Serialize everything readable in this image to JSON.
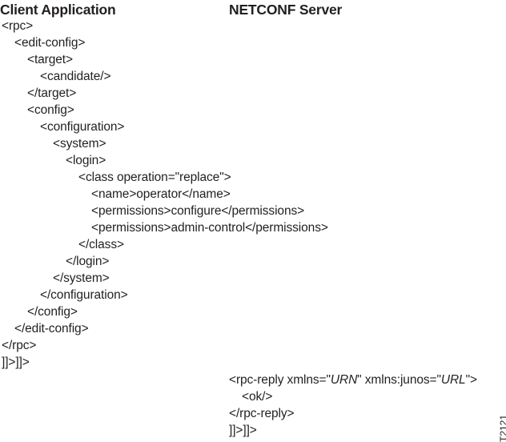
{
  "headers": {
    "client": "Client Application",
    "server": "NETCONF Server"
  },
  "client_lines": [
    "<rpc>",
    "<edit-config>",
    "<target>",
    "<candidate/>",
    "</target>",
    "<config>",
    "<configuration>",
    "<system>",
    "<login>",
    "<class operation=\"replace\">",
    "<name>operator</name>",
    "<permissions>configure</permissions>",
    "<permissions>admin-control</permissions>",
    "</class>",
    "</login>",
    "</system>",
    "</configuration>",
    "</config>",
    "</edit-config>",
    "</rpc>",
    "]]>]]>"
  ],
  "server_lines": {
    "reply_open_a": "<rpc-reply xmlns=\"",
    "reply_urn": "URN",
    "reply_open_b": "\" xmlns:junos=\"",
    "reply_url": "URL",
    "reply_open_c": "\">",
    "ok": "<ok/>",
    "reply_close": "</rpc-reply>",
    "terminator": "]]>]]>"
  },
  "figure_id": "T2121"
}
